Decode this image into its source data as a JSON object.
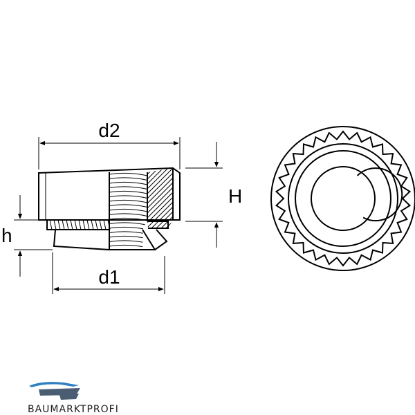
{
  "dimensions": {
    "d2": "d2",
    "d1": "d1",
    "H": "H",
    "h": "h"
  },
  "logo": {
    "text": "BAUMARKTPROFI",
    "accent_color": "#2f7fc1",
    "shape_color": "#4a5d73"
  },
  "colors": {
    "line": "#000000",
    "background": "#ffffff"
  }
}
